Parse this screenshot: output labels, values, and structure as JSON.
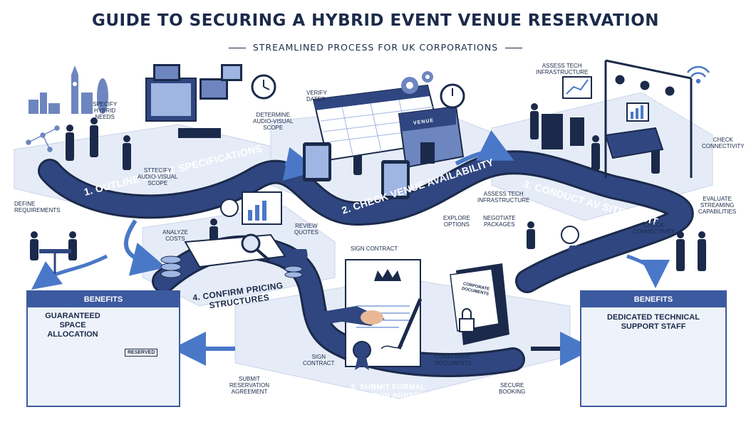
{
  "header": {
    "title": "GUIDE TO SECURING A HYBRID EVENT VENUE RESERVATION",
    "subtitle": "STREAMLINED PROCESS FOR UK CORPORATIONS"
  },
  "steps": [
    {
      "label": "1. OUTLINE EVENT SPECIFICATIONS"
    },
    {
      "label": "2. CHECK VENUE AVAILABILITY"
    },
    {
      "label": "3. CONDUCT AV SITE AUDIT"
    },
    {
      "label": "4. CONFIRM PRICING STRUCTURES"
    },
    {
      "label": "5. SUBMIT FORMAL RESERVATION AGREEMENT"
    }
  ],
  "annotations": {
    "specify_hybrid": "SPECIFY\nHYBRID\nNEEDS",
    "determine_av": "DETERMINE\nAUDIO-VISUAL\nSCOPE",
    "specify_av": "STTECIFY\nAUDIO-VISUAL\nSCOPE",
    "define_req": "DEFINE\nREQUIREMENTS",
    "verify_dates": "VERIFY\nDATES",
    "assess_tech_top": "ASSESS TECH\nINFRASTRUCTURE",
    "check_conn_right": "CHECK\nCONNECTIVITY",
    "assess_tech_mid": "ASSESS TECH\nINFRASTRUCTURE",
    "evaluate_streaming": "EVALUATE\nSTREAMING\nCAPABILITIES",
    "check_conn_mid": "CHECK\nCONNECTIVITY",
    "explore_options": "EXPLORE\nOPTIONS",
    "negotiate_packages": "NEGOTIATE\nPACKAGES",
    "analyze_costs": "ANALYZE\nCOSTS",
    "review_quotes": "REVIEW\nQUOTES",
    "sign_contract_top": "SIGN CONTRACT",
    "sign_contract_bottom": "SIGN\nCONTRACT",
    "corporate_docs": "CORPORATE\nDOCUMENTS",
    "submit_reservation": "SUBMIT\nRESERVATION\nAGREEMENT",
    "secure_booking": "SECURE\nBOOKING"
  },
  "benefits_left": {
    "heading": "BENEFITS",
    "text": "GUARANTEED\nSPACE ALLOCATION",
    "sign": "RESERVED"
  },
  "benefits_right": {
    "heading": "BENEFITS",
    "text": "DEDICATED TECHNICAL\nSUPPORT STAFF"
  },
  "props": {
    "venue_sign": "VENUE",
    "folder_text": "CORPORATE\nDOCUMENTS"
  },
  "colors": {
    "navy": "#1b2a4a",
    "road": "#2f4680",
    "accent": "#4a6fc0",
    "light": "#dbe5f5",
    "arrow": "#4a78c8"
  },
  "icons": [
    "big-ben-icon",
    "gear-icon",
    "clock-icon",
    "pound-coin-icon",
    "handshake-icon",
    "crown-icon",
    "padlock-icon",
    "wifi-icon",
    "chart-icon",
    "calendar-icon"
  ]
}
